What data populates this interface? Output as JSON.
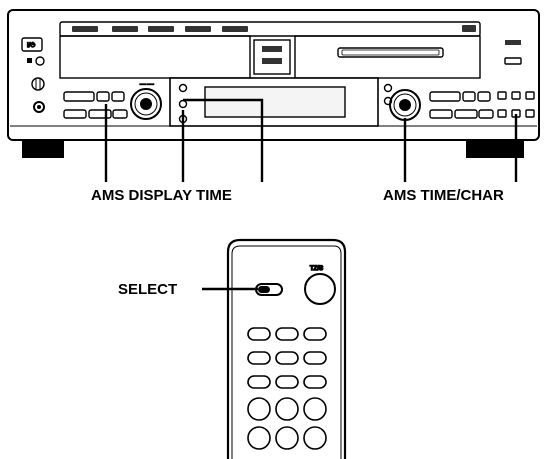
{
  "callouts": {
    "ams_display_time": "AMS DISPLAY TIME",
    "ams_time_char": "AMS TIME/CHAR",
    "select": "SELECT"
  },
  "remote": {
    "corner_label": "TZ/S"
  },
  "colors": {
    "line": "#000000",
    "background": "#ffffff",
    "panel_fill": "#f4f4f4"
  }
}
